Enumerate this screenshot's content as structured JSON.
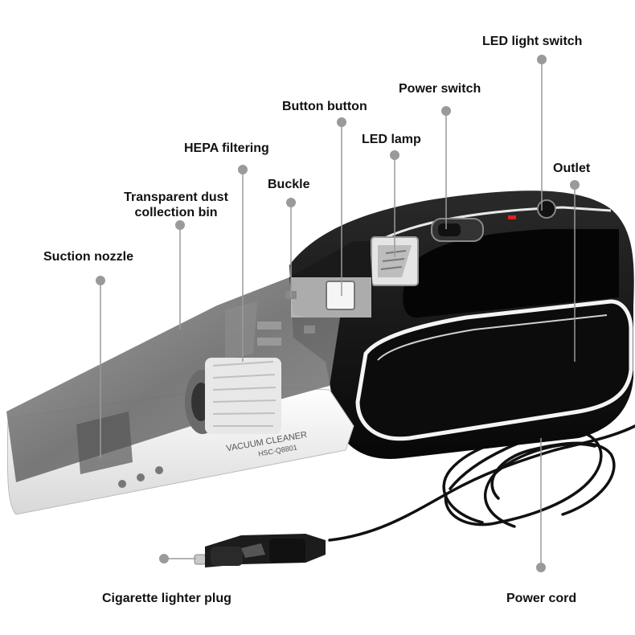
{
  "labels": {
    "led_light_switch": "LED light switch",
    "power_switch": "Power switch",
    "button_button": "Button button",
    "led_lamp": "LED lamp",
    "hepa_filtering": "HEPA filtering",
    "outlet": "Outlet",
    "buckle": "Buckle",
    "transparent_bin_line1": "Transparent dust",
    "transparent_bin_line2": "collection bin",
    "suction_nozzle": "Suction nozzle",
    "cigarette_plug": "Cigarette lighter plug",
    "power_cord": "Power cord"
  },
  "product_text": {
    "name": "VACUUM CLEANER",
    "model": "HSC-Q8801"
  },
  "colors": {
    "body_black": "#141414",
    "trim_white": "#f2f2f2",
    "bin_gray": "#7a7a7a",
    "leader_line": "#9a9a9a",
    "dot": "#9a9a9a",
    "led_red": "#e02020"
  }
}
